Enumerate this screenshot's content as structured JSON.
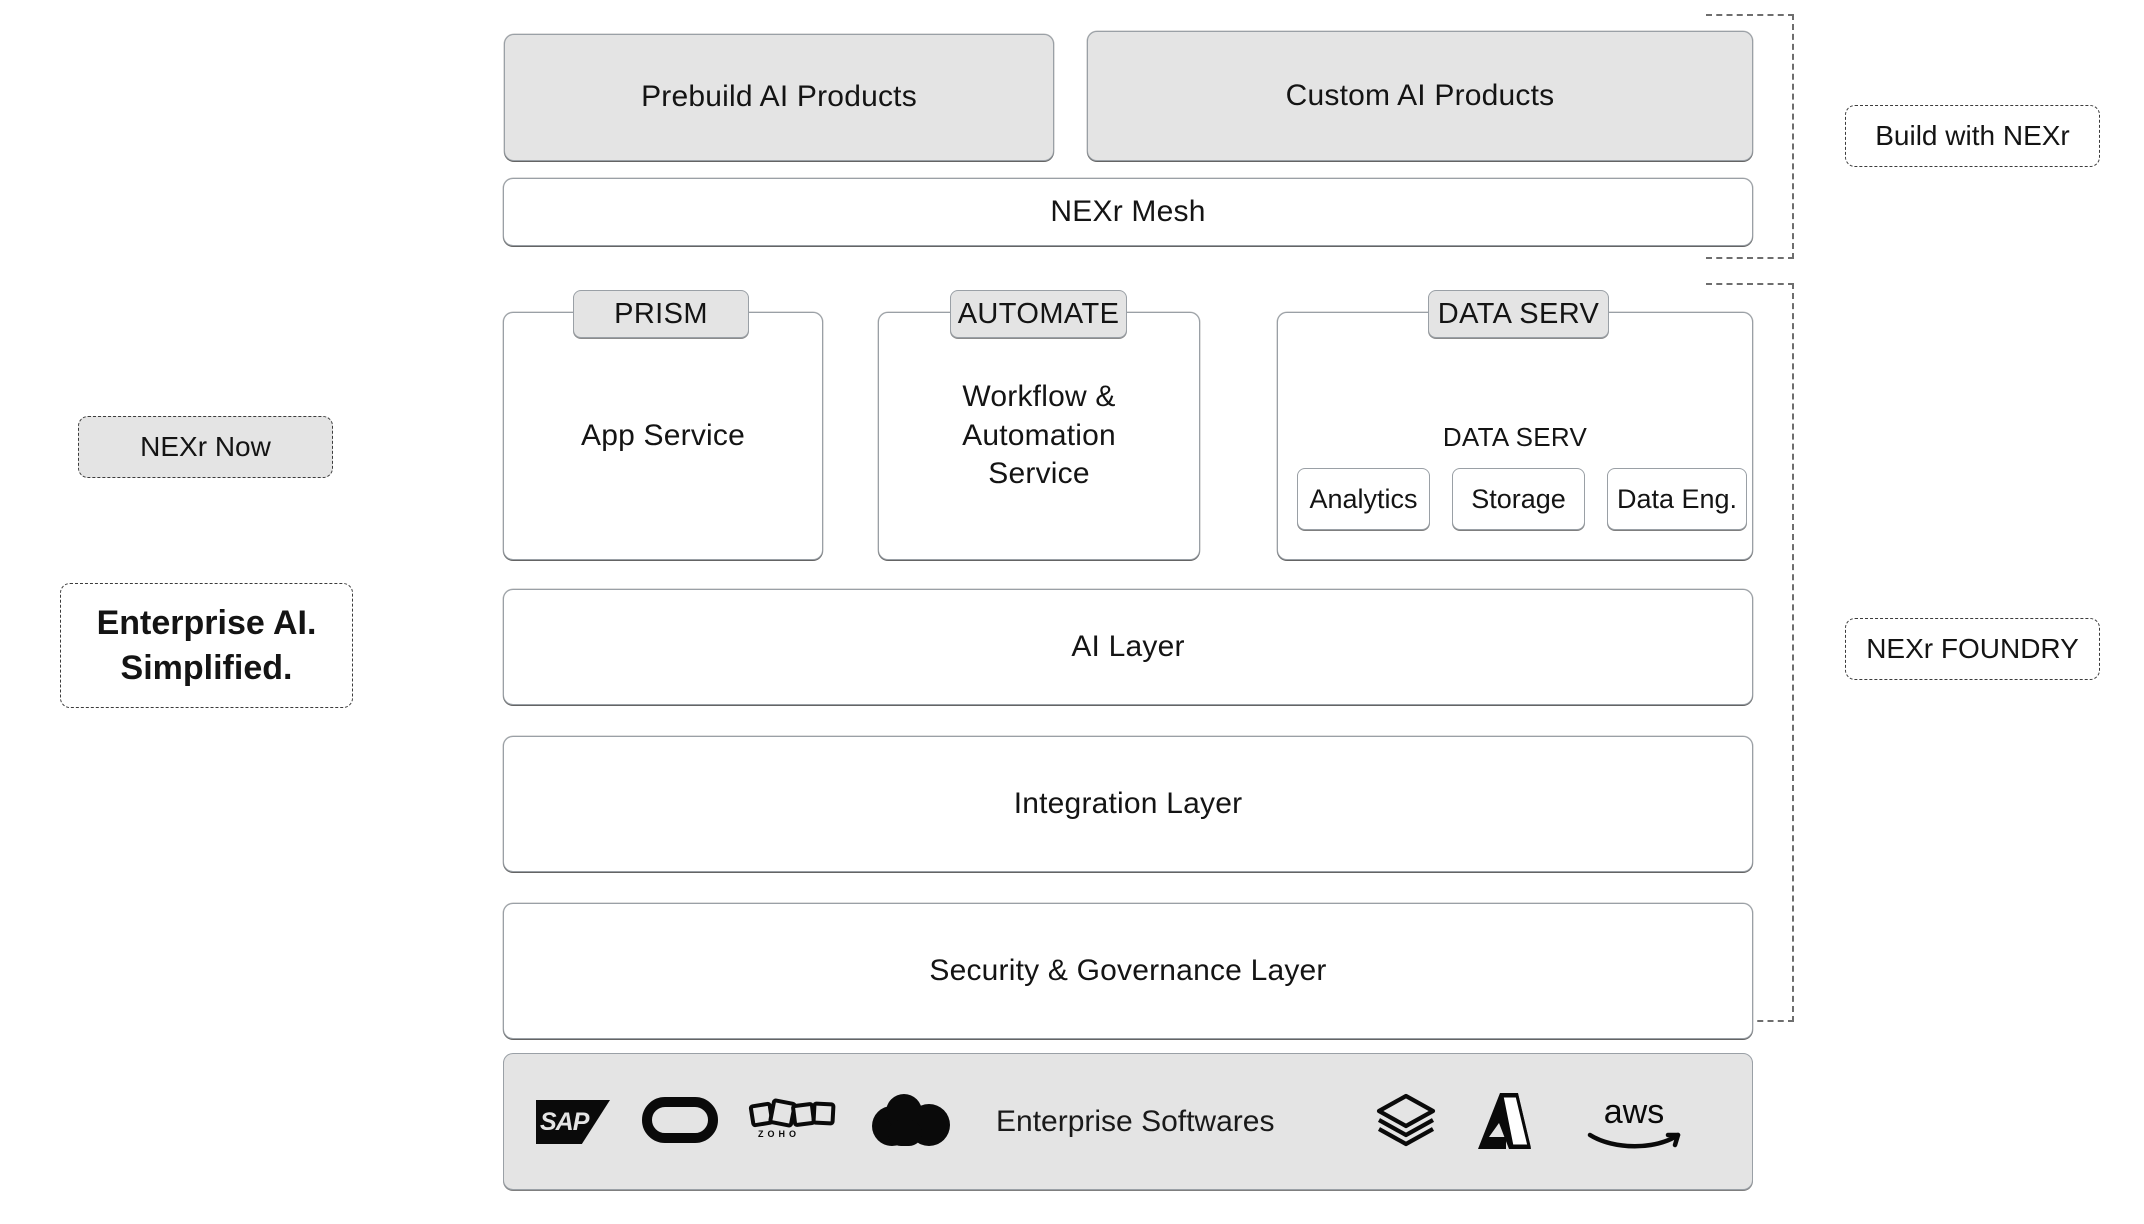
{
  "diagram": {
    "title": "NEXr platform architecture stack",
    "colors": {
      "fill_gray": "#e4e4e4",
      "border_gray": "#9aa0a6",
      "dashed_gray": "#6e6e6e",
      "text": "#141414",
      "page_background": "#ffffff"
    }
  },
  "side_labels": {
    "left": [
      {
        "id": "nexr-now",
        "label": "NEXr Now",
        "filled": true,
        "bold": false
      },
      {
        "id": "tagline",
        "label": "Enterprise AI.\nSimplified.",
        "line1": "Enterprise AI.",
        "line2": "Simplified.",
        "filled": false,
        "bold": true
      }
    ],
    "right": [
      {
        "id": "build-with-nexr",
        "label": "Build with NEXr"
      },
      {
        "id": "nexr-foundry",
        "label": "NEXr FOUNDRY"
      }
    ]
  },
  "product_row": {
    "items": [
      {
        "id": "prebuild-ai-products",
        "label": "Prebuild AI Products"
      },
      {
        "id": "custom-ai-products",
        "label": "Custom AI Products"
      }
    ]
  },
  "mesh_bar": {
    "label": "NEXr Mesh"
  },
  "service_cards": [
    {
      "id": "prism",
      "badge": "PRISM",
      "label": "App Service",
      "inner_title": null,
      "subboxes": []
    },
    {
      "id": "automate",
      "badge": "AUTOMATE",
      "label": "Workflow & Automation Service",
      "line1": "Workflow & Automation",
      "line2": "Service",
      "inner_title": null,
      "subboxes": []
    },
    {
      "id": "data-serv",
      "badge": "DATA SERV",
      "label": null,
      "inner_title": "DATA SERV",
      "subboxes": [
        {
          "id": "analytics",
          "label": "Analytics"
        },
        {
          "id": "storage",
          "label": "Storage"
        },
        {
          "id": "data-eng",
          "label": "Data Eng."
        }
      ]
    }
  ],
  "platform_layers": [
    {
      "id": "ai-layer",
      "label": "AI Layer"
    },
    {
      "id": "integration-layer",
      "label": "Integration Layer"
    },
    {
      "id": "security-governance-layer",
      "label": "Security & Governance Layer"
    }
  ],
  "vendor_strip": {
    "caption": "Enterprise Softwares",
    "left_logos": [
      {
        "id": "sap",
        "name": "sap-logo",
        "text": "SAP"
      },
      {
        "id": "oracle",
        "name": "oracle-logo",
        "text": ""
      },
      {
        "id": "zoho",
        "name": "zoho-logo",
        "text": "ZOHO"
      },
      {
        "id": "salesforce",
        "name": "salesforce-logo",
        "text": ""
      }
    ],
    "right_logos": [
      {
        "id": "databricks",
        "name": "databricks-logo",
        "text": ""
      },
      {
        "id": "azure",
        "name": "azure-logo",
        "text": ""
      },
      {
        "id": "aws",
        "name": "aws-logo",
        "text": "aws"
      }
    ]
  }
}
